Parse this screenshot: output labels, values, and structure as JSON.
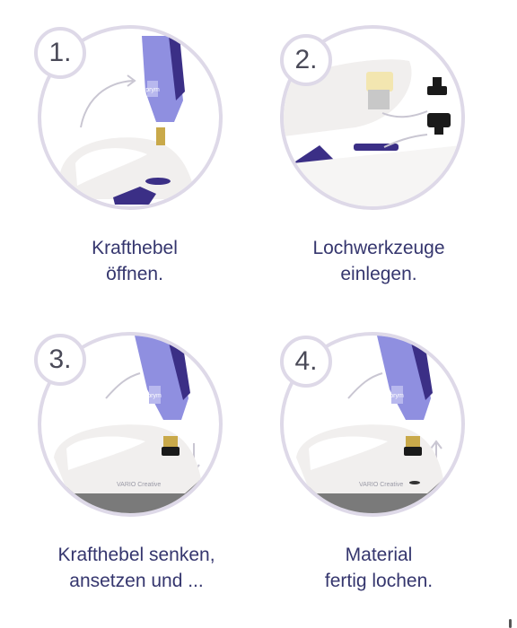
{
  "steps": [
    {
      "number": "1.",
      "caption_line1": "Krafthebel",
      "caption_line2": "öffnen.",
      "brand_mark": "prym"
    },
    {
      "number": "2.",
      "caption_line1": "Lochwerkzeuge",
      "caption_line2": "einlegen."
    },
    {
      "number": "3.",
      "caption_line1": "Krafthebel senken,",
      "caption_line2": "ansetzen und ...",
      "brand_mark": "prym",
      "print": "VARIO Creative"
    },
    {
      "number": "4.",
      "caption_line1": "Material",
      "caption_line2": "fertig lochen.",
      "brand_mark": "prym",
      "print": "VARIO Creative"
    }
  ],
  "colors": {
    "accent": "#35366e",
    "lavender": "#8f8fe0",
    "purple_dark": "#3b2f86",
    "ring": "#ded9e8"
  },
  "icons": [
    "curved-arrow-icon",
    "straight-arrow-icon"
  ]
}
